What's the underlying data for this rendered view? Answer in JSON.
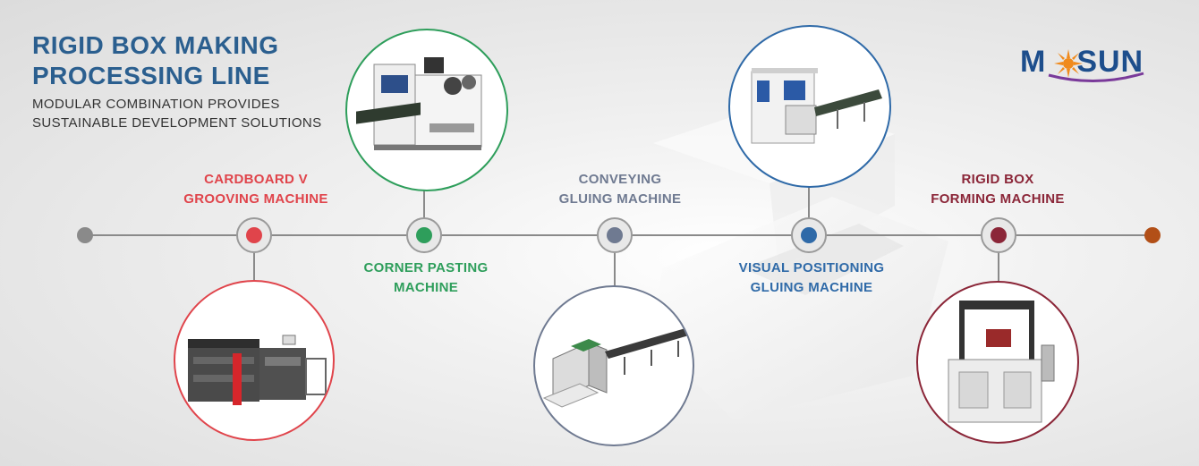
{
  "header": {
    "title_line1": "RIGID BOX MAKING",
    "title_line2": "PROCESSING LINE",
    "subtitle_line1": "MODULAR COMBINATION PROVIDES",
    "subtitle_line2": "SUSTAINABLE DEVELOPMENT SOLUTIONS"
  },
  "logo": {
    "text_left": "M",
    "text_right": "SUN"
  },
  "colors": {
    "title": "#2b5f8f",
    "red": "#e0444b",
    "green": "#2e9e5b",
    "gray_blue": "#6f7a91",
    "blue": "#2f6aa8",
    "maroon": "#8b2638",
    "orange": "#b24f17"
  },
  "steps": [
    {
      "line1": "CARDBOARD V",
      "line2": "GROOVING MACHINE",
      "image": "v-grooving-machine-photo"
    },
    {
      "line1": "CORNER PASTING",
      "line2": "MACHINE",
      "image": "corner-pasting-machine-photo"
    },
    {
      "line1": "CONVEYING",
      "line2": "GLUING MACHINE",
      "image": "conveying-gluing-machine-photo"
    },
    {
      "line1": "VISUAL POSITIONING",
      "line2": "GLUING MACHINE",
      "image": "visual-positioning-gluing-machine-photo"
    },
    {
      "line1": "RIGID BOX",
      "line2": "FORMING MACHINE",
      "image": "rigid-box-forming-machine-photo"
    }
  ]
}
